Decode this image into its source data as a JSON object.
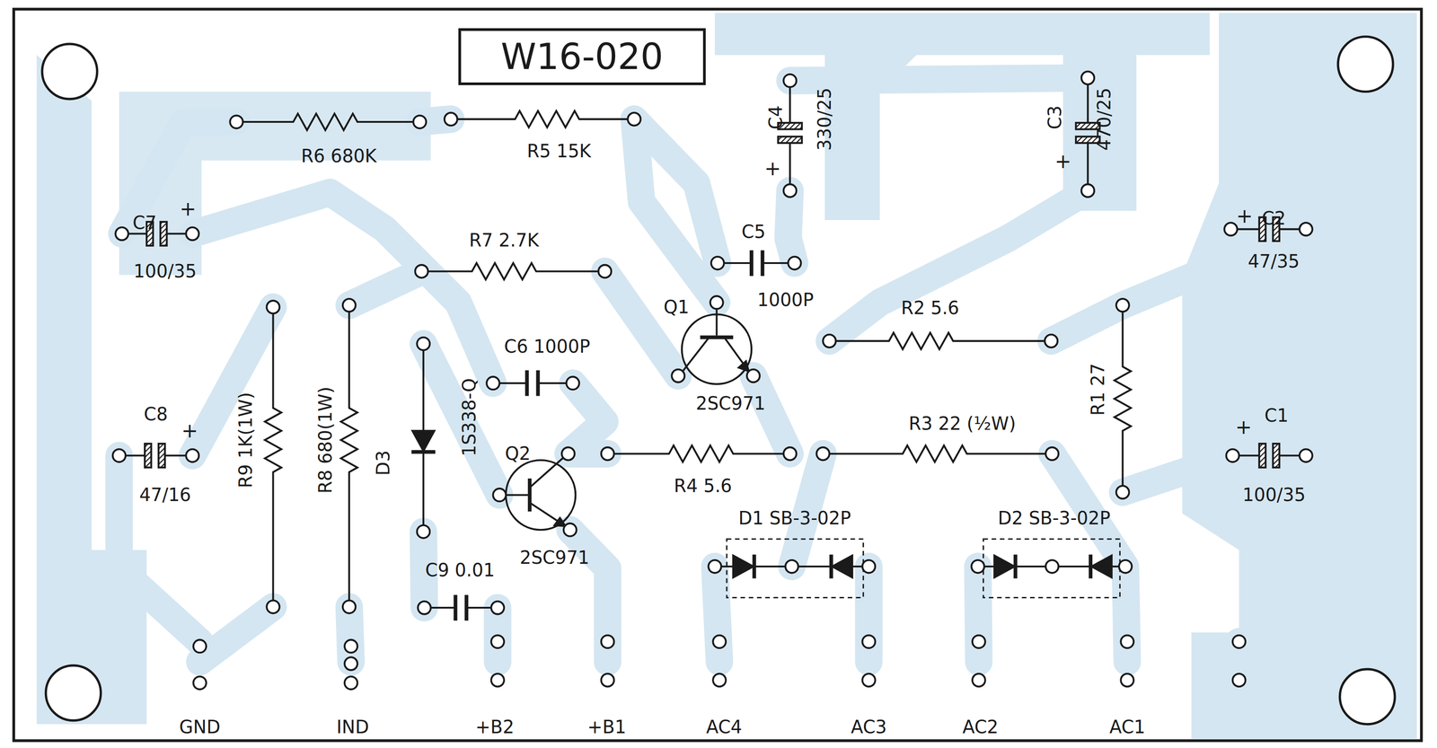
{
  "diagram": {
    "nodes": [
      {
        "text": [
          "W16-020"
        ]
      }
    ],
    "labels": [
      "R6 680K",
      "R5 15K",
      "C4",
      "+",
      "330/25",
      "C3",
      "+",
      "470/25",
      "C7",
      "+",
      "C2",
      "+",
      "100/35",
      "47/35",
      "R7 2.7K",
      "C5",
      "1000P",
      "Q1",
      "R2 5.6",
      "C6 1000P",
      "R1 27",
      "2SC971",
      "C8",
      "+",
      "R3 22 (½W)",
      "C1",
      "+",
      "R9 1K(1W)",
      "R8 680(1W)",
      "D3",
      "1S338-Q",
      "Q2",
      "R4 5.6",
      "47/16",
      "100/35",
      "D1 SB-3-02P",
      "D2 SB-3-02P",
      "2SC971",
      "C9 0.01",
      "GND",
      "IND",
      "+B2",
      "+B1",
      "AC4",
      "AC3",
      "AC2",
      "AC1"
    ]
  }
}
